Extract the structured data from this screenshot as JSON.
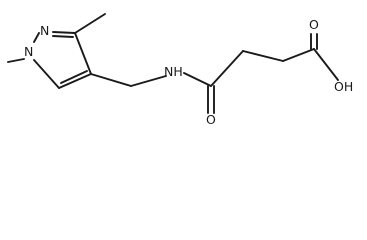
{
  "molecule": {
    "atoms": {
      "n1": "N",
      "n2": "N",
      "nh": "NH",
      "carbonyl_o": "O",
      "acid_o": "O",
      "hydroxyl": "OH"
    }
  }
}
